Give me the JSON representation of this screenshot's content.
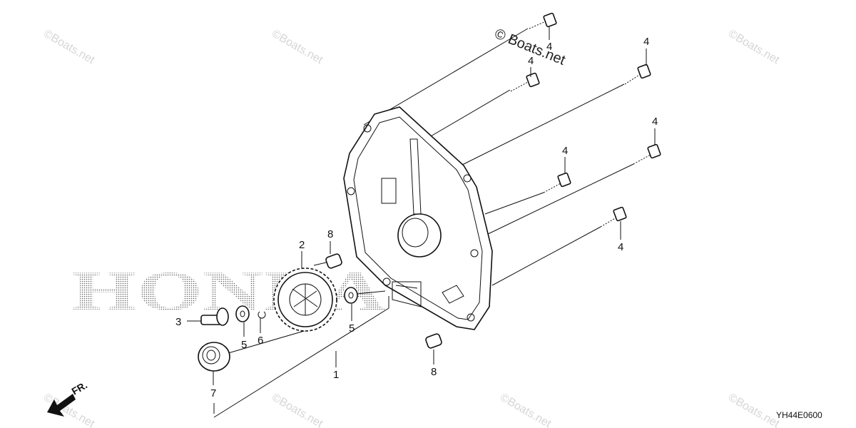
{
  "diagram": {
    "callouts": [
      {
        "id": "c4a",
        "text": "4"
      },
      {
        "id": "c4b",
        "text": "4"
      },
      {
        "id": "c4c",
        "text": "4"
      },
      {
        "id": "c4d",
        "text": "4"
      },
      {
        "id": "c4e",
        "text": "4"
      },
      {
        "id": "c4f",
        "text": "4"
      },
      {
        "id": "c8a",
        "text": "8"
      },
      {
        "id": "c8b",
        "text": "8"
      },
      {
        "id": "c2",
        "text": "2"
      },
      {
        "id": "c3",
        "text": "3"
      },
      {
        "id": "c5a",
        "text": "5"
      },
      {
        "id": "c5b",
        "text": "5"
      },
      {
        "id": "c6",
        "text": "6"
      },
      {
        "id": "c1",
        "text": "1"
      },
      {
        "id": "c7",
        "text": "7"
      }
    ],
    "watermark_main": "© Boats.net",
    "watermark_repeat": "©Boats.net",
    "brand_text": "HONDA",
    "front_marker": "FR.",
    "diagram_code": "YH44E0600"
  }
}
